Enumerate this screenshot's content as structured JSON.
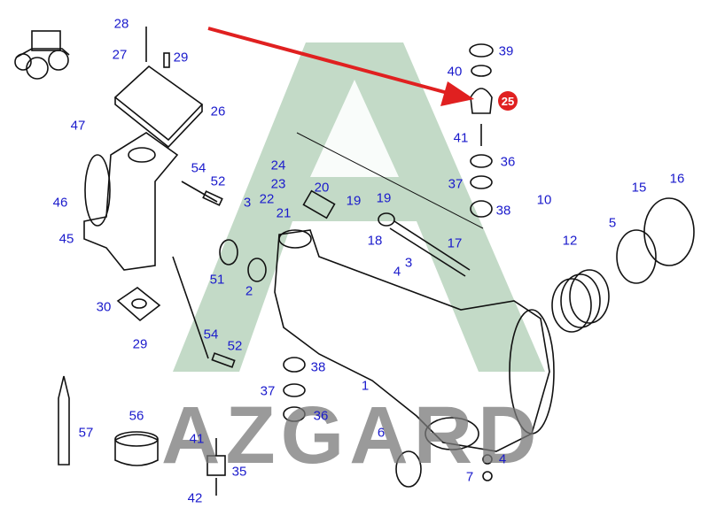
{
  "watermark": "AZGARD",
  "highlighted_part": "25",
  "colors": {
    "label": "#1a1acc",
    "highlight": "#e02020",
    "watermark_green": "#b9d4bd",
    "arrow": "#e02020"
  },
  "callouts": [
    "28",
    "27",
    "29",
    "26",
    "47",
    "54",
    "52",
    "46",
    "45",
    "24",
    "23",
    "22",
    "21",
    "20",
    "19",
    "3",
    "19",
    "18",
    "17",
    "39",
    "40",
    "41",
    "36",
    "37",
    "38",
    "10",
    "16",
    "15",
    "5",
    "12",
    "4",
    "3",
    "51",
    "2",
    "30",
    "29",
    "54",
    "52",
    "38",
    "37",
    "36",
    "1",
    "57",
    "56",
    "41",
    "35",
    "42",
    "6",
    "4",
    "7"
  ]
}
